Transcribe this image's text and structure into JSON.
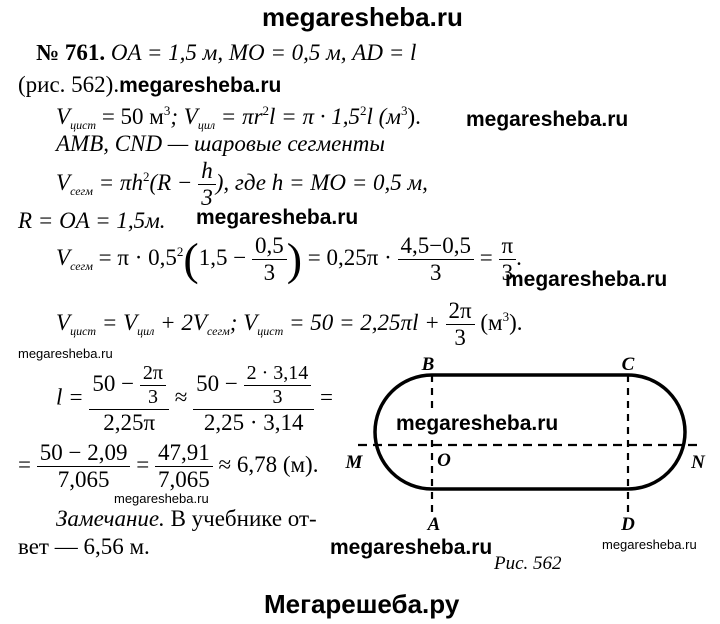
{
  "watermarks": {
    "top": "megaresheba.ru",
    "inline1": "megaresheba.ru",
    "inline2": "megaresheba.ru",
    "inline3": "megaresheba.ru",
    "inline4": "megaresheba.ru",
    "small1": "megaresheba.ru",
    "small2": "megaresheba.ru",
    "small3": "megaresheba.ru",
    "figure": "megaresheba.ru",
    "bottom_figure": "megaresheba.ru",
    "footer": "Мегарешеба.ру"
  },
  "problem": {
    "number": "№ 761.",
    "given": "OA = 1,5 м, MO = 0,5 м, AD = l",
    "ref": "(рис. 562)."
  },
  "lines": {
    "l2": "V",
    "l2_sub1": "цист",
    "l2_a": " = 50 м",
    "l2_sup1": "3",
    "l2_b": "; V",
    "l2_sub2": "цил",
    "l2_c": " = πr",
    "l2_sup2": "2",
    "l2_d": "l = π · 1,5",
    "l2_sup3": "2",
    "l2_e": "l (м",
    "l2_sup4": "3",
    "l2_f": ").",
    "l3": "AMB, CND — шаровые сегменты",
    "l4_a": "V",
    "l4_sub": "сегм",
    "l4_b": " = πh",
    "l4_sup": "2",
    "l4_c": "(R − ",
    "l4_num": "h",
    "l4_den": "3",
    "l4_d": "),  где  h = MO = 0,5  м,",
    "l5": "R = OA = 1,5м.",
    "l6_a": "V",
    "l6_sub": "сегм",
    "l6_b": " = π · 0,5",
    "l6_sup": "2",
    "l6_c": "1,5 − ",
    "l6_num1": "0,5",
    "l6_den1": "3",
    "l6_d": " = 0,25π · ",
    "l6_num2": "4,5−0,5",
    "l6_den2": "3",
    "l6_e": " = ",
    "l6_num3": "π",
    "l6_den3": "3",
    "l6_f": ".",
    "l7_a": "V",
    "l7_sub1": "цист",
    "l7_b": " = V",
    "l7_sub2": "цил",
    "l7_c": " + 2V",
    "l7_sub3": "сегм",
    "l7_d": ";  V",
    "l7_sub4": "цист",
    "l7_e": " = 50 = 2,25πl + ",
    "l7_num": "2π",
    "l7_den": "3",
    "l7_f": " (м",
    "l7_sup": "3",
    "l7_g": ").",
    "l8_a": "l = ",
    "l8_num1_a": "50 − ",
    "l8_num1_n": "2π",
    "l8_num1_d": "3",
    "l8_den1": "2,25π",
    "l8_b": " ≈ ",
    "l8_num2_a": "50 − ",
    "l8_num2_n": "2 · 3,14",
    "l8_num2_d": "3",
    "l8_den2": "2,25 · 3,14",
    "l8_c": " =",
    "l9_a": "= ",
    "l9_num1": "50 − 2,09",
    "l9_den1": "7,065",
    "l9_b": " = ",
    "l9_num2": "47,91",
    "l9_den2": "7,065",
    "l9_c": " ≈ 6,78 (м).",
    "note_label": "Замечание.",
    "note_text": " В учебнике от-",
    "note_text2": "вет — 6,56 м."
  },
  "figure": {
    "labels": {
      "B": "B",
      "C": "C",
      "M": "M",
      "O": "O",
      "N": "N",
      "A": "A",
      "D": "D"
    },
    "caption": "Рис. 562"
  }
}
